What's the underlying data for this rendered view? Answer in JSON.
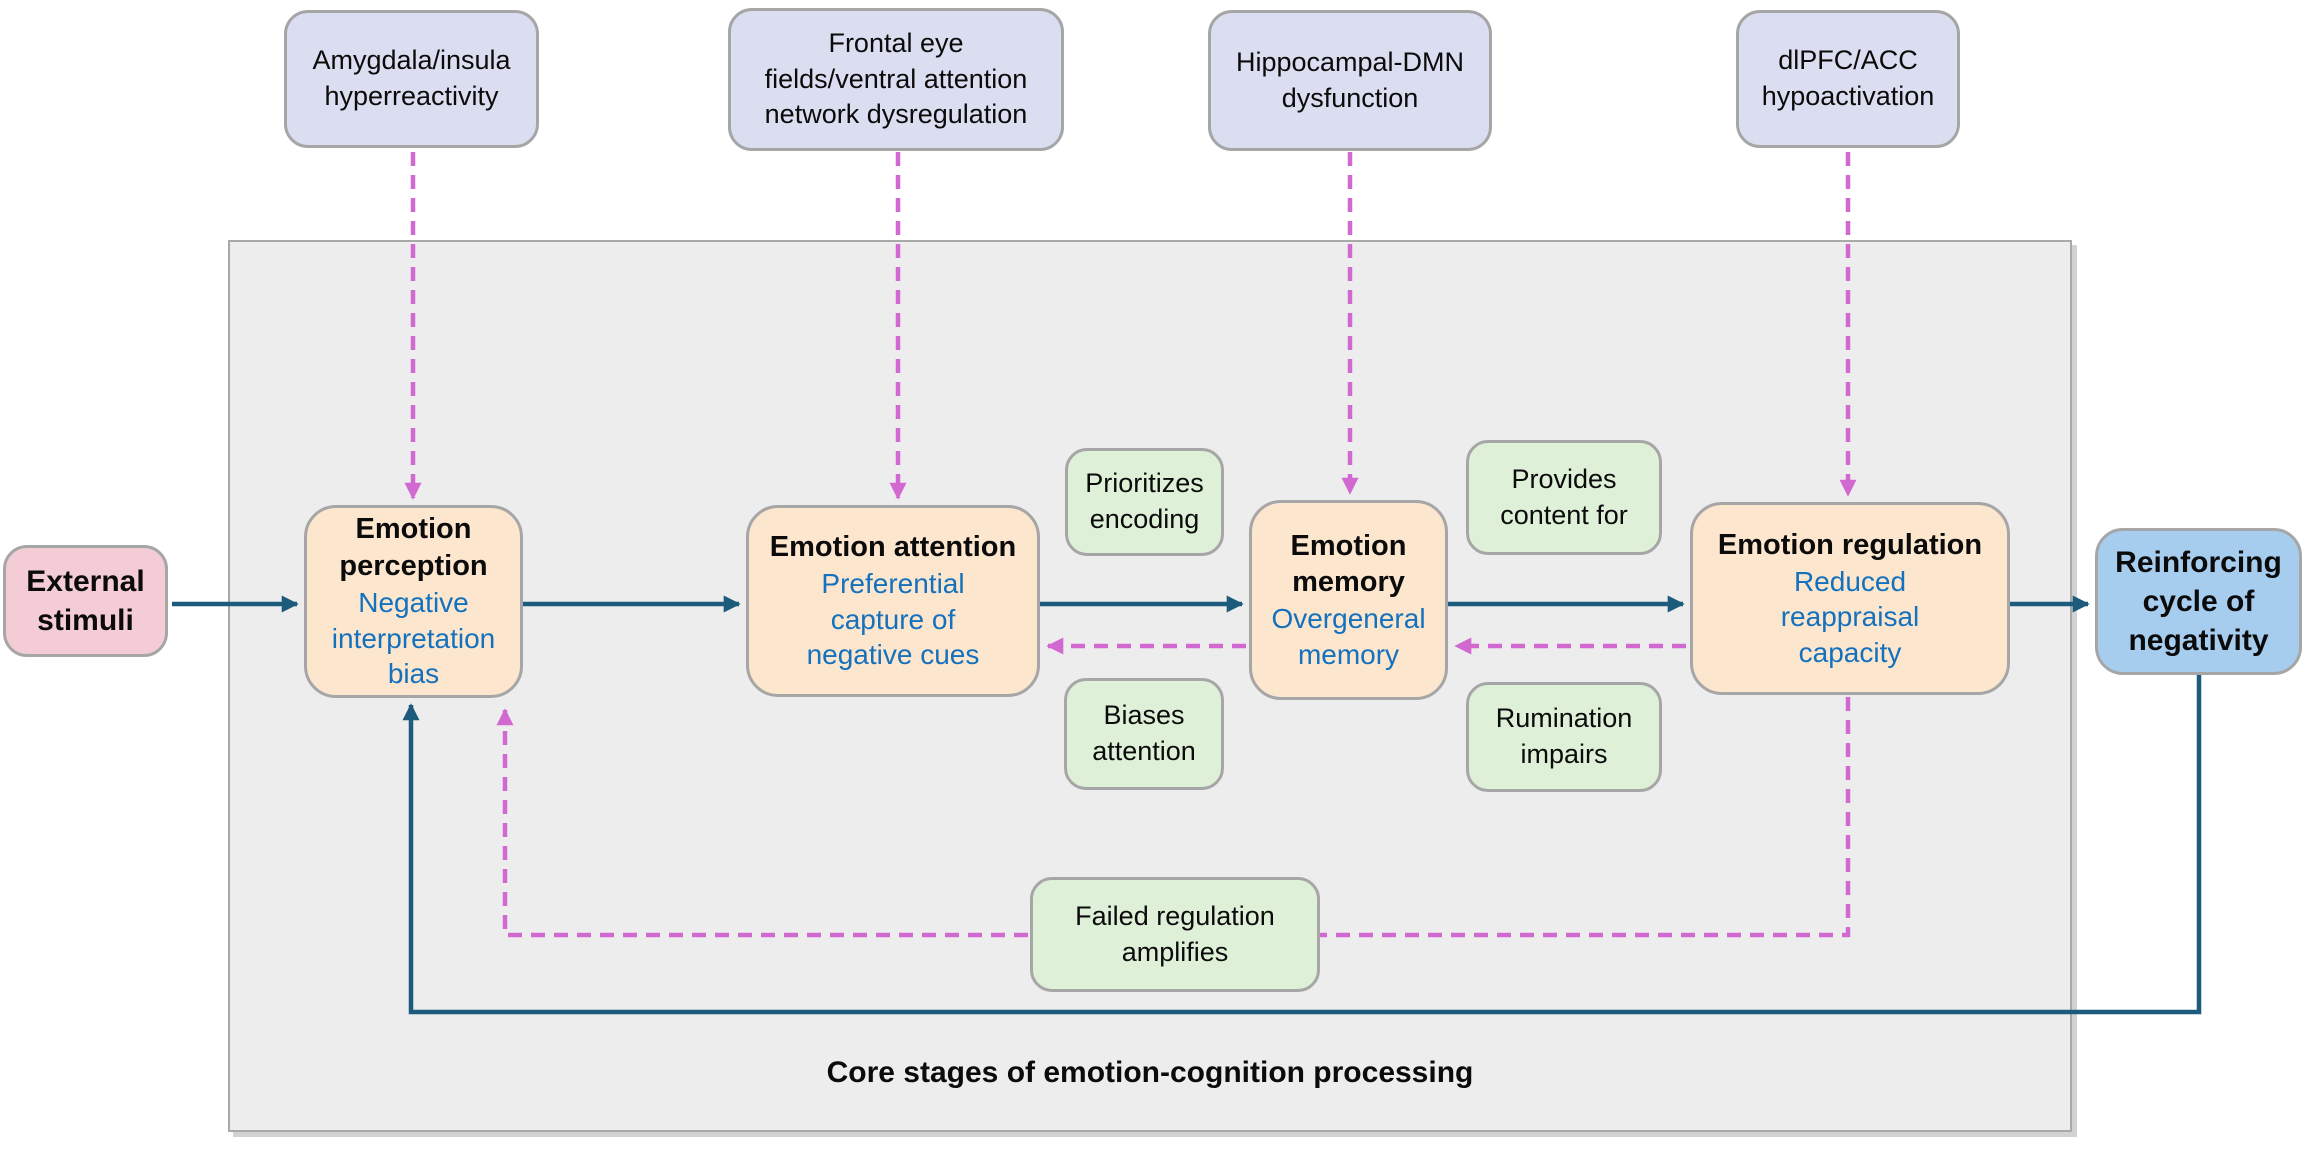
{
  "diagram": {
    "caption": "Core stages of emotion-cognition processing",
    "neural_boxes": [
      {
        "id": "amygdala-insula",
        "label": "Amygdala/insula\nhyperreactivity"
      },
      {
        "id": "frontal-eye-fields",
        "label": "Frontal eye\nfields/ventral attention\nnetwork dysregulation"
      },
      {
        "id": "hippocampal-dmn",
        "label": "Hippocampal-DMN\ndysfunction"
      },
      {
        "id": "dlpfc-acc",
        "label": "dlPFC/ACC\nhypoactivation"
      }
    ],
    "stages": [
      {
        "id": "perception",
        "title": "Emotion\nperception",
        "subtitle": "Negative\ninterpretation\nbias"
      },
      {
        "id": "attention",
        "title": "Emotion attention",
        "subtitle": "Preferential\ncapture of\nnegative cues"
      },
      {
        "id": "memory",
        "title": "Emotion\nmemory",
        "subtitle": "Overgeneral\nmemory"
      },
      {
        "id": "regulation",
        "title": "Emotion regulation",
        "subtitle": "Reduced\nreappraisal\ncapacity"
      }
    ],
    "input_box": {
      "label": "External\nstimuli"
    },
    "output_box": {
      "label": "Reinforcing\ncycle of\nnegativity"
    },
    "link_labels": [
      {
        "id": "prioritizes-encoding",
        "label": "Prioritizes\nencoding"
      },
      {
        "id": "provides-content-for",
        "label": "Provides\ncontent for"
      },
      {
        "id": "biases-attention",
        "label": "Biases\nattention"
      },
      {
        "id": "rumination-impairs",
        "label": "Rumination\nimpairs"
      },
      {
        "id": "failed-regulation-amplifies",
        "label": "Failed regulation\namplifies"
      }
    ],
    "colors": {
      "neural_fill": "#dadef0",
      "stage_fill": "#fce6ce",
      "input_fill": "#f3ccd5",
      "output_fill": "#a6cdee",
      "label_fill": "#dff0d8",
      "container_fill": "#ededed",
      "border": "#a6a6a6",
      "solid_arrow": "#1d5b7c",
      "dashed_arrow": "#d169d1",
      "subtitle_text": "#1471bd"
    }
  }
}
